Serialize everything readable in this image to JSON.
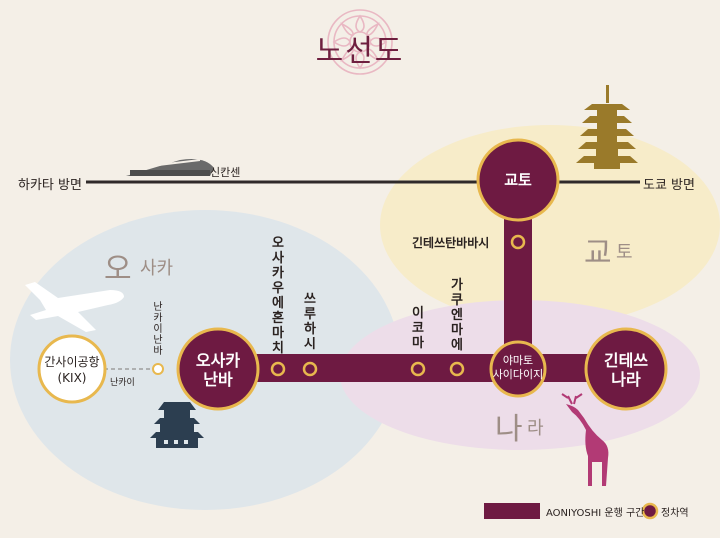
{
  "title": "노선도",
  "regions": {
    "osaka": {
      "big": "오",
      "small": "사카"
    },
    "kyoto": {
      "big": "교",
      "small": "토"
    },
    "nara": {
      "big": "나",
      "small": "라"
    }
  },
  "shinkansen": {
    "label": "신칸센",
    "left_direction": "하카타 방면",
    "right_direction": "도쿄 방면"
  },
  "stations": {
    "kyoto": "교토",
    "kintetsu_tambabashi": "긴테쓰탄바바시",
    "osaka_namba_line1": "오사카",
    "osaka_namba_line2": "난바",
    "osaka_uehommachi": "오사카우에혼마치",
    "tsuruhashi": "쓰루하시",
    "ikoma": "이코마",
    "gakuemmae": "가쿠엔마에",
    "yamato_saidaiji_line1": "야마토",
    "yamato_saidaiji_line2": "사이다이지",
    "kintetsu_nara_line1": "긴테쓰",
    "kintetsu_nara_line2": "나라",
    "kansai_airport_line1": "간사이공항",
    "kansai_airport_line2": "(KIX)",
    "nankai_namba": "난카이 난바",
    "nankai": "난카이"
  },
  "legend": {
    "route_label": "AONIYOSHI 운행 구간",
    "stop_label": "정차역"
  },
  "colors": {
    "route": "#6e1a42",
    "station_ring": "#e8b84e",
    "background": "#f4efe7",
    "osaka_region": "#dfe6ea",
    "kyoto_region": "#f7ecc9",
    "nara_region": "#eddde9"
  }
}
